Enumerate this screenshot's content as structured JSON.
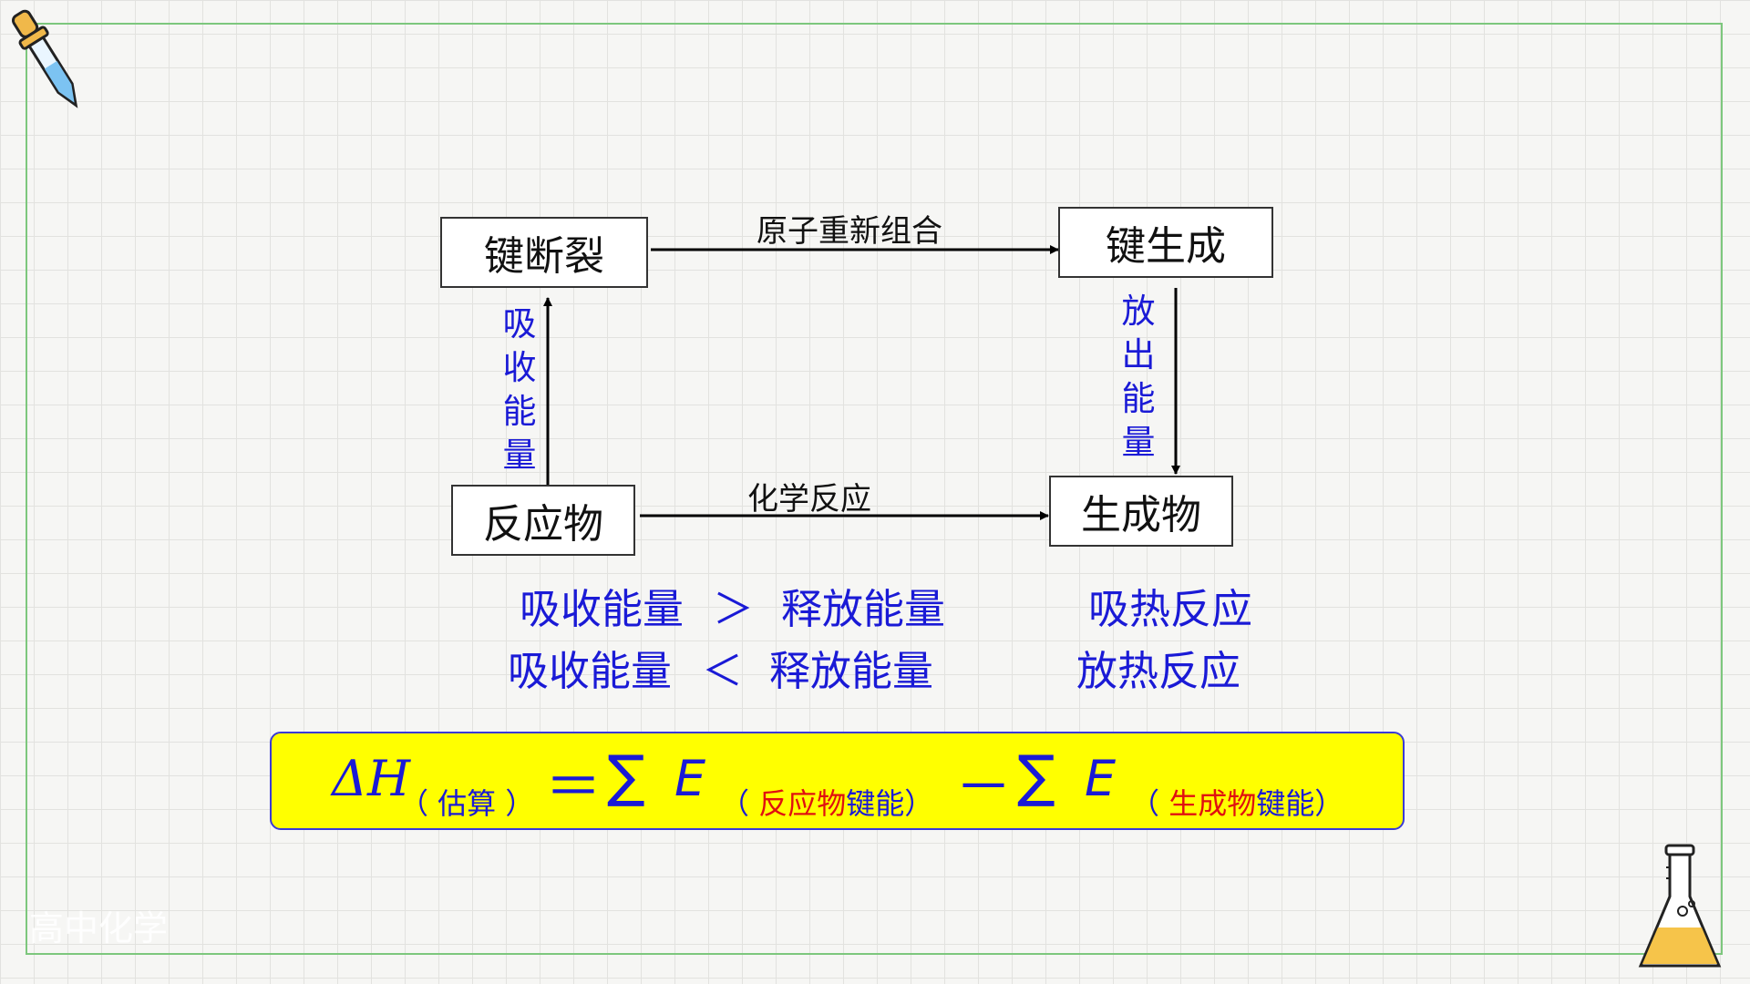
{
  "nodes": {
    "bond_break": "键断裂",
    "bond_form": "键生成",
    "reactants": "反应物",
    "products": "生成物"
  },
  "edges": {
    "recombine": "原子重新组合",
    "reaction": "化学反应",
    "absorb": [
      "吸",
      "收",
      "能",
      "量"
    ],
    "release": [
      "放",
      "出",
      "能",
      "量"
    ]
  },
  "conditions": [
    {
      "left": "吸收能量",
      "op": "＞",
      "right": "释放能量",
      "result": "吸热反应"
    },
    {
      "left": "吸收能量",
      "op": "＜",
      "right": "释放能量",
      "result": "放热反应"
    }
  ],
  "formula": {
    "delta_h": "ΔH",
    "estimate_sub": "（ 估算 ）",
    "equals": "＝",
    "sum": "∑",
    "E": "E",
    "open": "（ ",
    "reactant_word": "反应物",
    "bond_energy": "键能",
    "close": "）",
    "minus": "－",
    "product_word": "生成物"
  },
  "watermark": "高中化学",
  "colors": {
    "accent_blue": "#1a1ad6",
    "highlight_red": "#e01010",
    "formula_bg": "#ffff00",
    "frame_green": "#7dc77d"
  },
  "icons": [
    "dropper-icon",
    "flask-icon"
  ]
}
